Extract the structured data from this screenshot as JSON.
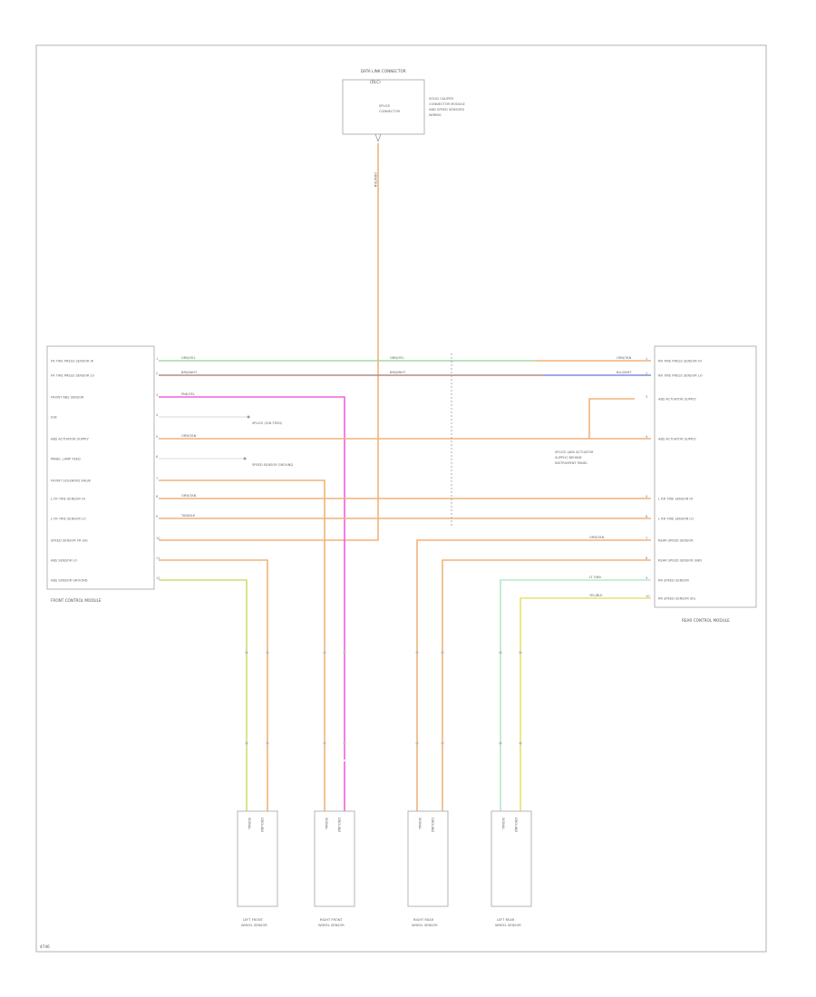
{
  "page_label": "4746",
  "top_connector": {
    "label": "DATA LINK CONNECTOR",
    "sublabel": "(DLC)",
    "pins": [
      "SPLICE",
      "CONNECTOR"
    ],
    "note": [
      "SOLID CALIPER",
      "CONNECTOR MODULE",
      "AND SPEED SENSORS",
      "WIRING"
    ]
  },
  "front_module": {
    "name": "FRONT CONTROL MODULE",
    "pins": [
      {
        "no": "1",
        "name": "FR TIRE PRESS SENSOR HI"
      },
      {
        "no": "2",
        "name": "FR TIRE PRESS SENSOR LO"
      },
      {
        "no": "3",
        "name": "FRONT ABS SENSOR"
      },
      {
        "no": "4",
        "name": "IGN"
      },
      {
        "no": "5",
        "name": "ABS ACTUATOR SUPPLY"
      },
      {
        "no": "6",
        "name": "PANEL LAMP FEED"
      },
      {
        "no": "7",
        "name": "FRONT SOLENOID VALVE"
      },
      {
        "no": "8",
        "name": "L FR TIRE SENSOR HI"
      },
      {
        "no": "9",
        "name": "L FR TIRE SENSOR LO"
      },
      {
        "no": "10",
        "name": "SPEED SENSOR FR SIG"
      },
      {
        "no": "11",
        "name": "ABS SENSOR LO"
      },
      {
        "no": "12",
        "name": "ABS SENSOR GROUND"
      }
    ],
    "side_notes": [
      "SPLICE (IGN FEED)",
      "SPEED SENSOR GROUND"
    ]
  },
  "rear_module": {
    "name": "REAR CONTROL MODULE",
    "pins": [
      {
        "no": "1",
        "name": "RR TIRE PRESS SENSOR HI"
      },
      {
        "no": "2",
        "name": "RR TIRE PRESS SENSOR LO"
      },
      {
        "no": "3",
        "name": "ABS ACTUATOR SUPPLY"
      },
      {
        "no": "4",
        "name": "ABS ACTUATOR SUPPLY"
      },
      {
        "no": "5",
        "name": "L RR TIRE SENSOR HI"
      },
      {
        "no": "6",
        "name": "L RR TIRE SENSOR LO"
      },
      {
        "no": "7",
        "name": "REAR SPEED SENSOR"
      },
      {
        "no": "8",
        "name": "REAR SPEED SENSOR GND"
      },
      {
        "no": "9",
        "name": "RR SPEED SENSOR"
      },
      {
        "no": "10",
        "name": "RR SPEED SENSOR SIG"
      }
    ],
    "note": [
      "SPLICE (ABS ACTUATOR",
      "SUPPLY) BEHIND",
      "INSTRUMENT PANEL"
    ]
  },
  "wire_codes": {
    "green": "GRN/YEL",
    "brown": "BRN/WHT",
    "orange": "ORN/TAN",
    "purple": "PNK/YEL",
    "blue": "BLU/WHT",
    "tan": "TAN/BLK",
    "lightgreen": "LT GRN",
    "yellow": "YEL/BLK"
  },
  "sensors": [
    {
      "name": "LEFT FRONT",
      "sub": "WHEEL SENSOR"
    },
    {
      "name": "RIGHT FRONT",
      "sub": "WHEEL SENSOR"
    },
    {
      "name": "RIGHT REAR",
      "sub": "WHEEL SENSOR"
    },
    {
      "name": "LEFT REAR",
      "sub": "WHEEL SENSOR"
    }
  ],
  "sensor_pin_labels": [
    "SIGNAL",
    "GROUND"
  ],
  "colors": {
    "orange": "#f2b27a",
    "green": "#a6d9a6",
    "brown": "#b58a8a",
    "pink": "#f060e0",
    "blue": "#7a8fd9",
    "yellowgreen": "#c8e070",
    "yellow": "#e8e070",
    "lightgreen": "#b8e8c8",
    "tan": "#e8c8a0"
  }
}
